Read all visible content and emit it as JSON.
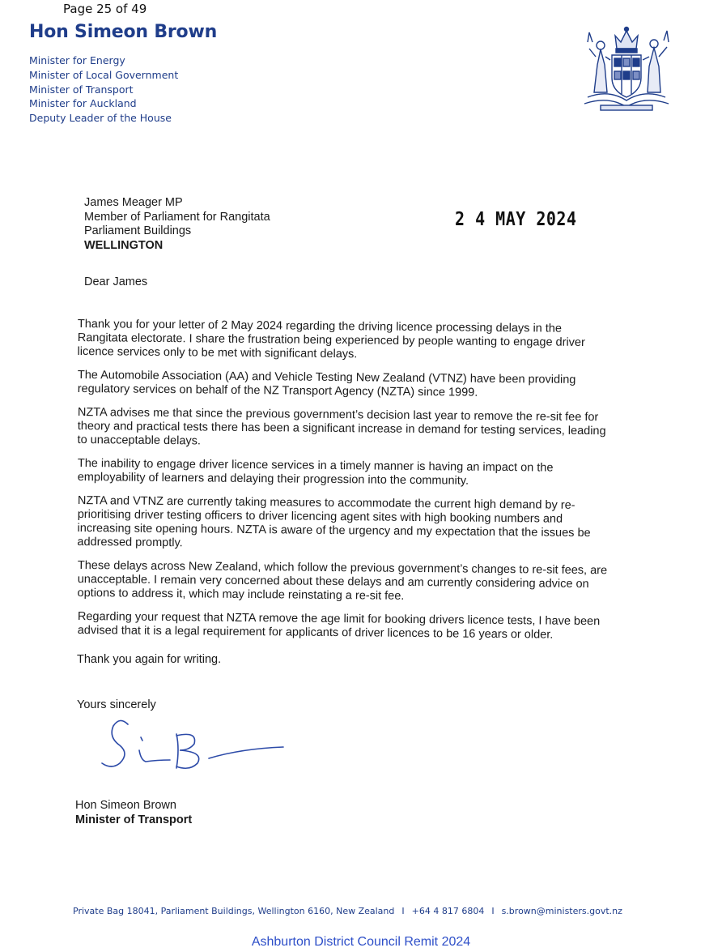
{
  "page_number": "Page 25 of 49",
  "letterhead": {
    "name": "Hon Simeon Brown",
    "portfolios": [
      "Minister for Energy",
      "Minister of Local Government",
      "Minister of Transport",
      "Minister for Auckland",
      "Deputy Leader of the House"
    ],
    "crest_icon": "nz-coat-of-arms-icon"
  },
  "recipient": {
    "name": "James Meager MP",
    "role": "Member of Parliament for Rangitata",
    "building": "Parliament Buildings",
    "city": "WELLINGTON"
  },
  "date_stamp": "2 4 MAY 2024",
  "salutation": "Dear James",
  "paragraphs": [
    "Thank you for your letter of 2 May 2024 regarding the driving licence processing delays in the Rangitata electorate. I share the frustration being experienced by people wanting to engage driver licence services only to be met with significant delays.",
    "The Automobile Association (AA) and Vehicle Testing New Zealand (VTNZ) have been providing regulatory services on behalf of the NZ Transport Agency (NZTA) since 1999.",
    "NZTA advises me that since the previous government’s decision last year to remove the re-sit fee for theory and practical tests there has been a significant increase in demand for testing services, leading to unacceptable delays.",
    "The inability to engage driver licence services in a timely manner is having an impact on the employability of learners and delaying their progression into the community.",
    "NZTA and VTNZ are currently taking measures to accommodate the current high demand by re-prioritising driver testing officers to driver licencing agent sites with high booking numbers and increasing site opening hours. NZTA is aware of the urgency and my expectation that the issues be addressed promptly.",
    "These delays across New Zealand, which follow the previous government’s changes to re-sit fees, are unacceptable. I remain very concerned about these delays and am currently considering advice on options to address it, which may include reinstating a re-sit fee.",
    "Regarding your request that NZTA remove the age limit for booking drivers licence tests, I have been advised that it is a legal requirement for applicants of driver licences to be 16 years or older."
  ],
  "closing": "Thank you again for writing.",
  "valediction": "Yours sincerely",
  "signature_icon": "handwritten-signature-icon",
  "signatory": {
    "name": "Hon Simeon Brown",
    "title": "Minister of Transport"
  },
  "footer": {
    "address": "Private Bag 18041, Parliament Buildings, Wellington 6160, New Zealand",
    "separator": "I",
    "phone": "+64 4 817 6804",
    "email": "s.brown@ministers.govt.nz"
  },
  "remit_label": "Ashburton District Council Remit 2024",
  "colors": {
    "letterhead_blue": "#1f3d8a",
    "signature_ink": "#2c4aa8",
    "remit_blue": "#2e4fc8"
  }
}
